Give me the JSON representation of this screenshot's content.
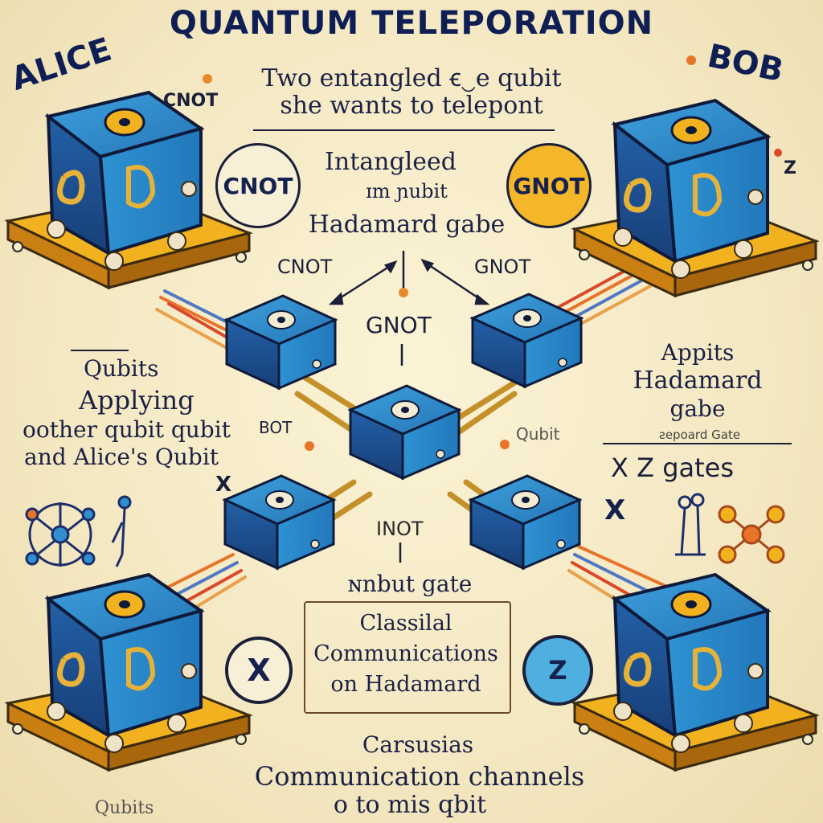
{
  "title": "QUANTUM TELEPORATION",
  "alice_label": "ALICE",
  "bob_label": "BOB",
  "top_note": {
    "line1": "Two  entangled ꞓ‿e qubit",
    "line2": "she wants to telepont"
  },
  "left_cnot_small": "CNOT",
  "left_gate_circle": "CNOT",
  "right_gate_circle": "GNOT",
  "center_note": {
    "line1": "Intangleed",
    "line2": "ɪm ɲubit",
    "line3": "Hadamard gabe"
  },
  "arrow_left_label": "CNOT",
  "arrow_right_label": "GNOT",
  "middle_gnot": "GNOT",
  "left_side_text": {
    "line1": "Qubits",
    "line2": "Applying",
    "line3": "oother qubit qubit",
    "line4": "and Alice's Qubit",
    "line5": "X"
  },
  "bot_label": "BOT",
  "qubit_label": "Qubit",
  "right_side_text": {
    "line1": "Appits",
    "line2": "Hadamard",
    "line3": "gabe"
  },
  "right_small_line": "ƨepoard Gate",
  "xz_gates": "X  Z gates",
  "right_x": "X",
  "right_z_mark": "Z",
  "bottom_center_gate": "INOT",
  "input_gate": "ɴnbut gate",
  "classical_box": {
    "line1": "Classilal",
    "line2": "Communications",
    "line3": "on Hadamard"
  },
  "x_gate": "X",
  "z_gate": "Z",
  "bottom_text": {
    "line1": "Carsusias",
    "line2": "Communication channels",
    "line3": "o to mis qbit"
  },
  "bottom_left_label": "Qubits",
  "colors": {
    "cube_blue": "#2f8fcf",
    "cube_dark": "#1d4f8c",
    "base_yellow": "#f2b21f",
    "base_side": "#c97f12",
    "ink": "#13204f",
    "wire_orange": "#e8742a",
    "wire_blue": "#4f78c4"
  }
}
